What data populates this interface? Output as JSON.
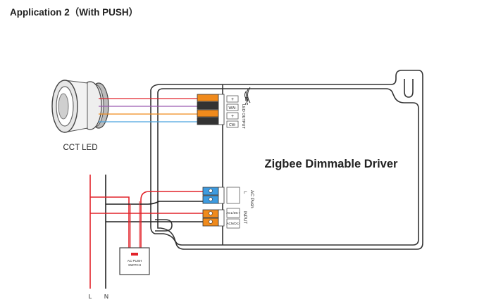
{
  "title": "Application 2（With PUSH）",
  "led_label": "CCT LED",
  "driver_label": "Zigbee Dimmable Driver",
  "nfc_label": "NFC",
  "output_terminals": [
    "+",
    "WW-",
    "+",
    "CW-"
  ],
  "output_label": "LED OUTPUT",
  "ac_push_label": "AC Push",
  "ac_push_terminals": [
    "L"
  ],
  "input_terminals": [
    "ACL/DC+",
    "ACN/DC-"
  ],
  "input_label": "INPUT",
  "switch_label_line1": "AC PUSH",
  "switch_label_line2": "SWITCH",
  "live_label": "L",
  "neutral_label": "N",
  "colors": {
    "red_wire": "#e2232a",
    "black_wire": "#222222",
    "blue_wire": "#4aa3df",
    "orange_wire": "#f08a1c",
    "purple_wire": "#9a5ab0",
    "terminal_orange": "#f08a1c",
    "terminal_blue": "#3d9be0",
    "terminal_dark": "#333333"
  }
}
